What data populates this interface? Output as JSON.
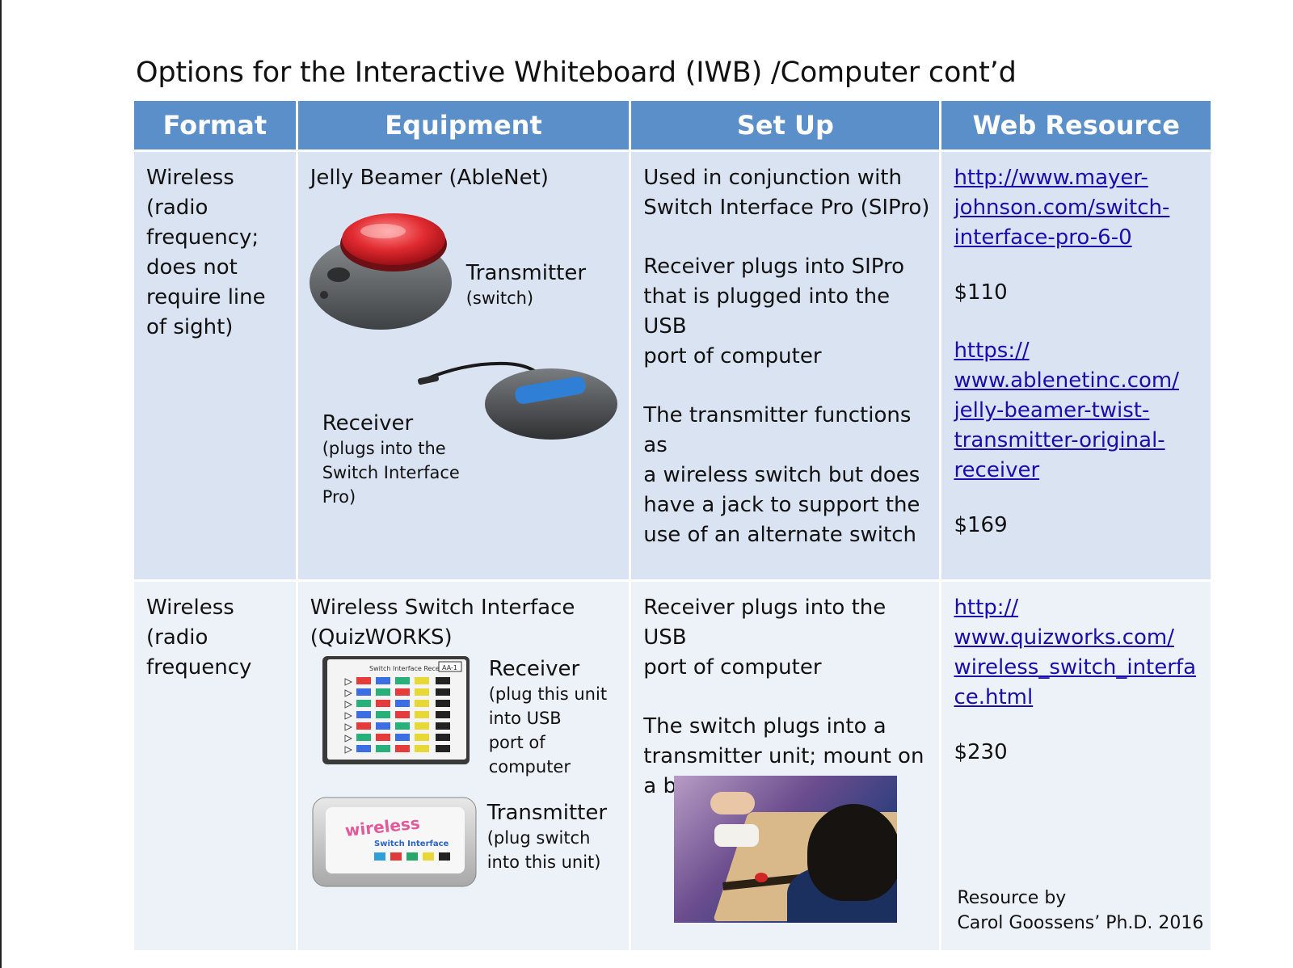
{
  "page": {
    "title": "Options for the Interactive Whiteboard (IWB) /Computer  cont’d"
  },
  "table": {
    "headers": [
      "Format",
      "Equipment",
      "Set Up",
      "Web Resource"
    ],
    "row1": {
      "format": "Wireless\n(radio\nfrequency;\ndoes not\nrequire line\nof sight)",
      "equipment_title": "Jelly Beamer (AbleNet)",
      "transmitter_label": "Transmitter",
      "transmitter_note": "(switch)",
      "receiver_label": "Receiver",
      "receiver_note": "(plugs into the\nSwitch Interface\nPro)",
      "setup_1": "Used in conjunction with\nSwitch Interface Pro (SIPro)",
      "setup_2": "Receiver plugs into SIPro\nthat is plugged into the USB\nport of computer",
      "setup_3": "The transmitter functions as\na wireless switch but does\nhave a jack to support the\nuse of an alternate switch",
      "link_1": "http://www.mayer-\njohnson.com/switch-\ninterface-pro-6-0",
      "price_1": "$110",
      "link_2": "https://\nwww.ablenetinc.com/\njelly-beamer-twist-\ntransmitter-original-\nreceiver",
      "price_2": "$169"
    },
    "row2": {
      "format": "Wireless\n(radio\nfrequency",
      "equipment_title": "Wireless Switch Interface\n(QuizWORKS)",
      "receiver_label": "Receiver",
      "receiver_note": "(plug this unit\ninto USB\nport of\ncomputer",
      "transmitter_label": "Transmitter",
      "transmitter_note": "(plug  switch\ninto this unit)",
      "setup_1": "Receiver plugs into the USB\nport of computer",
      "setup_2": "The switch plugs into a\ntransmitter unit; mount on\na base",
      "link_1": "http://\nwww.quizworks.com/\nwireless_switch_interfa\nce.html",
      "price_1": "$230",
      "credit": "Resource by\nCarol Goossens’ Ph.D. 2016"
    }
  },
  "device_art": {
    "receiver_board_header": "Switch Interface Receiver 2",
    "receiver_board_tag": "AA-1",
    "transmitter_brand": "wireless",
    "transmitter_sub": "Switch Interface",
    "colors": {
      "header_blue": "#5b8fca",
      "row1_bg": "#d9e3f1",
      "row2_bg": "#edf2f8",
      "link": "#1a0dab",
      "switch_red": "#d8262f",
      "receiver_blue": "#2f7fd6"
    }
  }
}
